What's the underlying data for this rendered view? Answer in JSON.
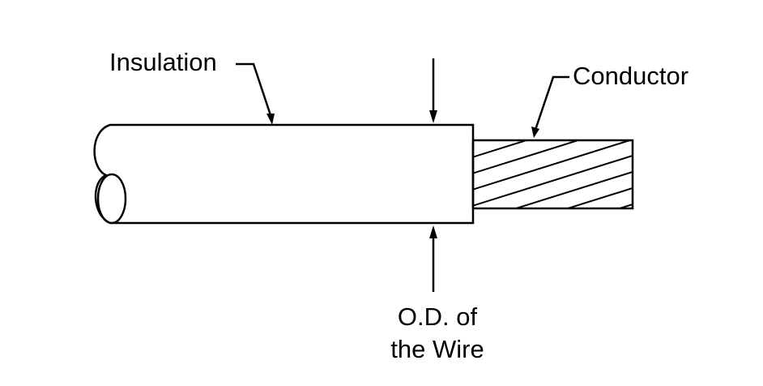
{
  "labels": {
    "insulation": "Insulation",
    "conductor": "Conductor",
    "od_line1": "O.D. of",
    "od_line2": "the Wire"
  },
  "colors": {
    "stroke": "#000000",
    "background": "#ffffff"
  }
}
